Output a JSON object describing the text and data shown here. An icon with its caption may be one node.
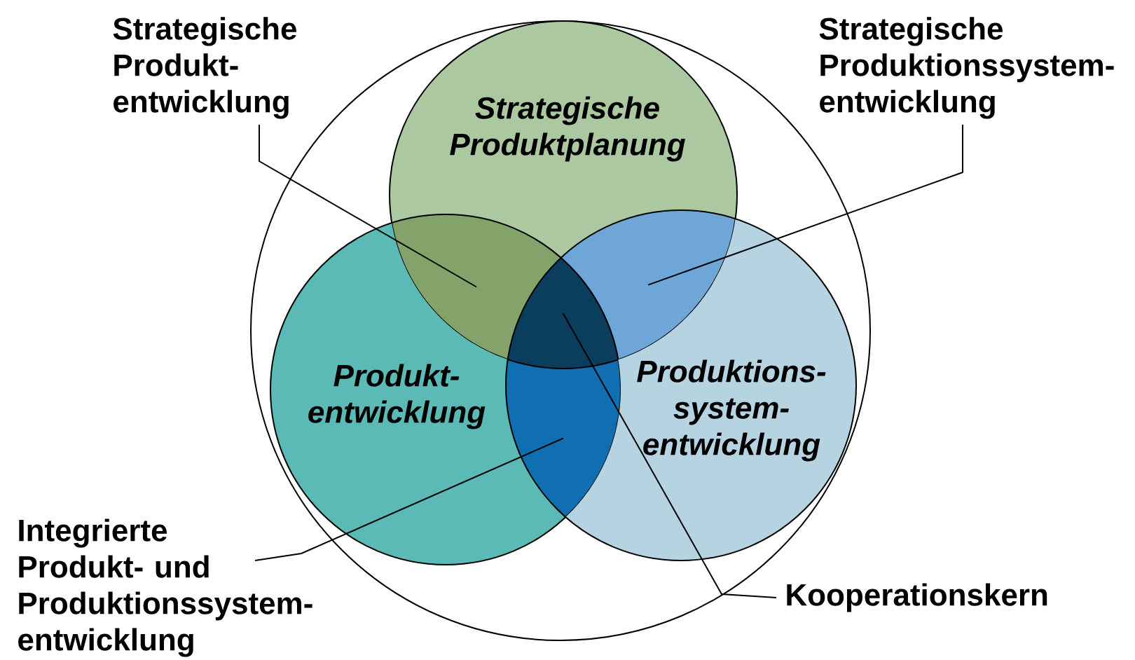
{
  "diagram": {
    "nodes": [
      {
        "text": [],
        "shape": "circle"
      },
      {
        "text": [
          "Strategische Produktplanung"
        ],
        "in": 0
      },
      {
        "text": [
          "Produkt- entwicklung"
        ],
        "in": 0
      },
      {
        "text": [
          "Produktions- system- entwicklung"
        ],
        "in": 0
      },
      {
        "text": [],
        "shape": "lens"
      },
      {
        "text": [],
        "shape": "lens"
      },
      {
        "text": [],
        "shape": "lens"
      },
      {
        "text": [],
        "shape": "triangle"
      },
      {
        "text": [
          "Strategische Produkt- entwicklung"
        ]
      },
      {
        "text": [
          "Strategische Produktionssystem- entwicklung"
        ]
      },
      {
        "text": [
          "Integrierte Produkt- und Produktionssystem- entwicklung"
        ]
      },
      {
        "text": [
          "Kooperationskern"
        ]
      }
    ],
    "edges": [
      {
        "from": 8,
        "to": 4,
        "arrow": "none"
      },
      {
        "from": 9,
        "to": 5,
        "arrow": "none"
      },
      {
        "from": 10,
        "to": 6,
        "arrow": "none"
      },
      {
        "from": 11,
        "to": 7,
        "arrow": "none"
      }
    ]
  }
}
